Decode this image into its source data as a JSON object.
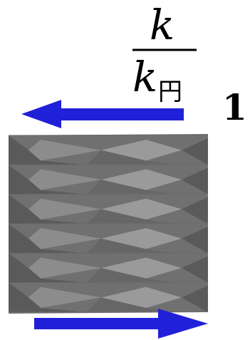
{
  "label": {
    "numerator": "k",
    "denominator_symbol": "k",
    "denominator_subscript": "円",
    "value": "1"
  },
  "colors": {
    "arrow": "#2020d8",
    "fold_dark": "#5a5a5a",
    "fold_mid": "#707070",
    "fold_light": "#8c8c8c",
    "fold_highlight": "#9a9a9a",
    "text": "#000000"
  },
  "diagram": {
    "folds": 6,
    "top_arrow_direction": "left",
    "bottom_arrow_direction": "right"
  }
}
